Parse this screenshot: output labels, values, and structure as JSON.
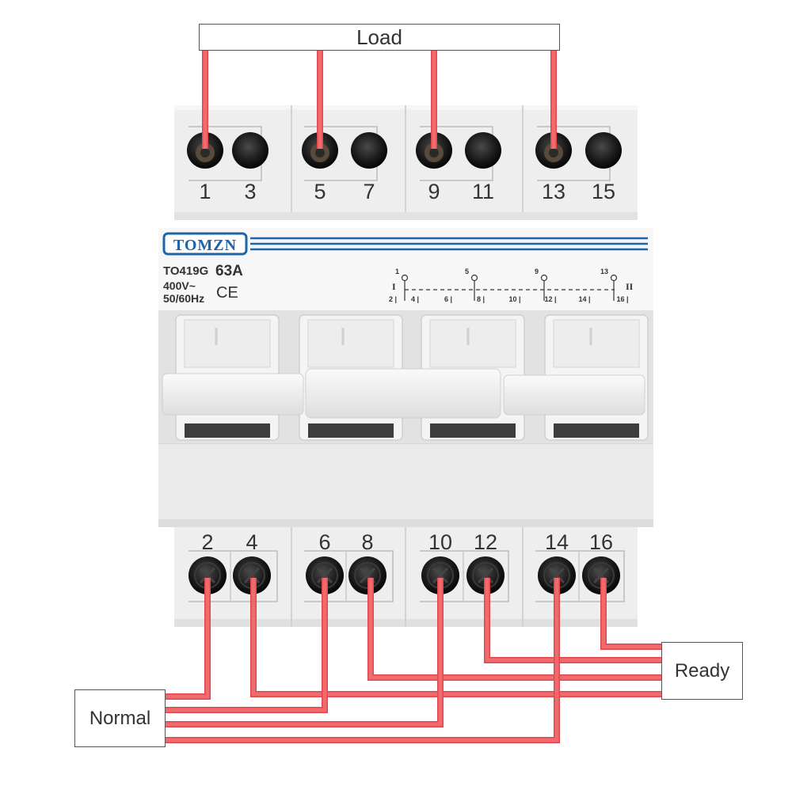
{
  "labels": {
    "load": "Load",
    "normal": "Normal",
    "ready": "Ready"
  },
  "device": {
    "brand": "TOMZN",
    "model": "TO419G",
    "rating": "63A",
    "voltage": "400V~",
    "frequency": "50/60Hz",
    "ce_mark": "CE",
    "position_1": "I",
    "position_2": "II"
  },
  "terminals": {
    "top": [
      "1",
      "3",
      "5",
      "7",
      "9",
      "11",
      "13",
      "15"
    ],
    "bottom": [
      "2",
      "4",
      "6",
      "8",
      "10",
      "12",
      "14",
      "16"
    ]
  },
  "schematic": {
    "common": [
      "1",
      "5",
      "9",
      "13"
    ],
    "contacts": [
      "2",
      "4",
      "6",
      "8",
      "10",
      "12",
      "14",
      "16"
    ]
  },
  "colors": {
    "wire": "#f06a6e",
    "wire_edge": "#e04850",
    "brand_blue": "#1f63a8",
    "housing": "#ececec",
    "screw": "#1c1c1c"
  }
}
